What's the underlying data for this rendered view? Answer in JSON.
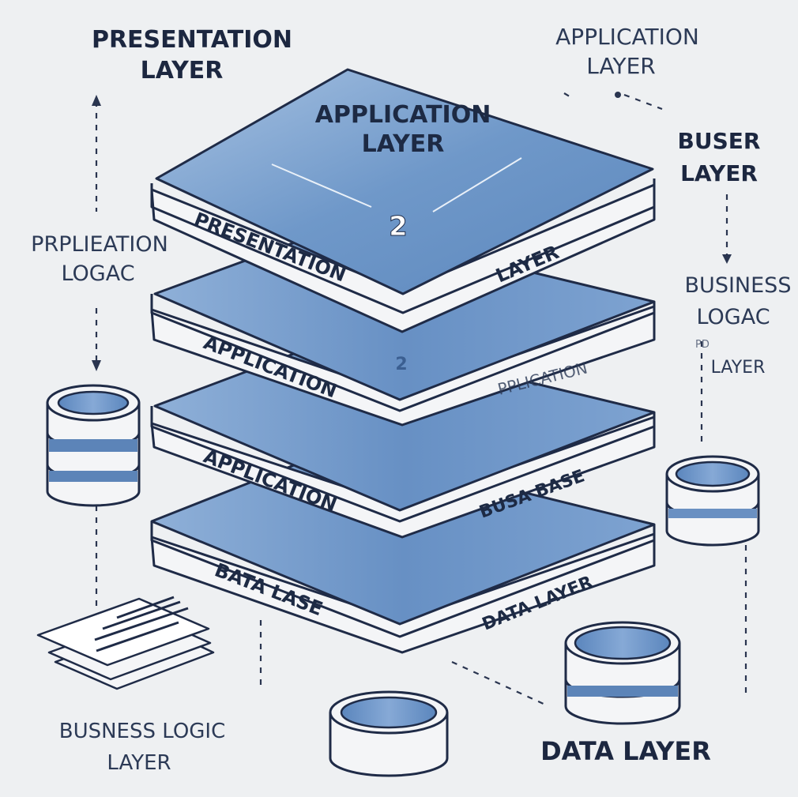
{
  "colors": {
    "background": "#eef0f2",
    "slab_top": "#6f98c9",
    "slab_top_light": "#a9c4e3",
    "slab_edge": "#f4f5f7",
    "outline": "#1f2b47",
    "text": "#1d2a44"
  },
  "icons": {
    "database": "database-icon",
    "documents": "documents-icon"
  },
  "stack": {
    "top_title_line1": "APPLICATION",
    "top_title_line2": "LAYER",
    "top_number": "2",
    "layer2_number": "2",
    "slabs": [
      {
        "left_label": "PRESENTATION",
        "right_label": "LAYER"
      },
      {
        "left_label": "APPLICATION",
        "right_label": "PPLICATION"
      },
      {
        "left_label": "APPLICATION",
        "right_label": "BUSA BASE"
      },
      {
        "left_label": "BATA LASE",
        "right_label": "DATA LAYER"
      }
    ]
  },
  "labels": {
    "top_left_line1": "PRESENTATION",
    "top_left_line2": "LAYER",
    "top_right_line1": "APPLICATION",
    "top_right_line2": "LAYER",
    "mid_left_line1": "PRPLIEATION",
    "mid_left_line2": "LOGAC",
    "right_upper_line1": "BUSER",
    "right_upper_line2": "LAYER",
    "right_mid_line1": "BUSINESS",
    "right_mid_line2": "LOGAC",
    "right_mid_small": "PD",
    "right_mid_line3": "LAYER",
    "bottom_left_line1": "BUSNESS LOGIC",
    "bottom_left_line2": "LAYER",
    "bottom_right": "DATA LAYER"
  }
}
